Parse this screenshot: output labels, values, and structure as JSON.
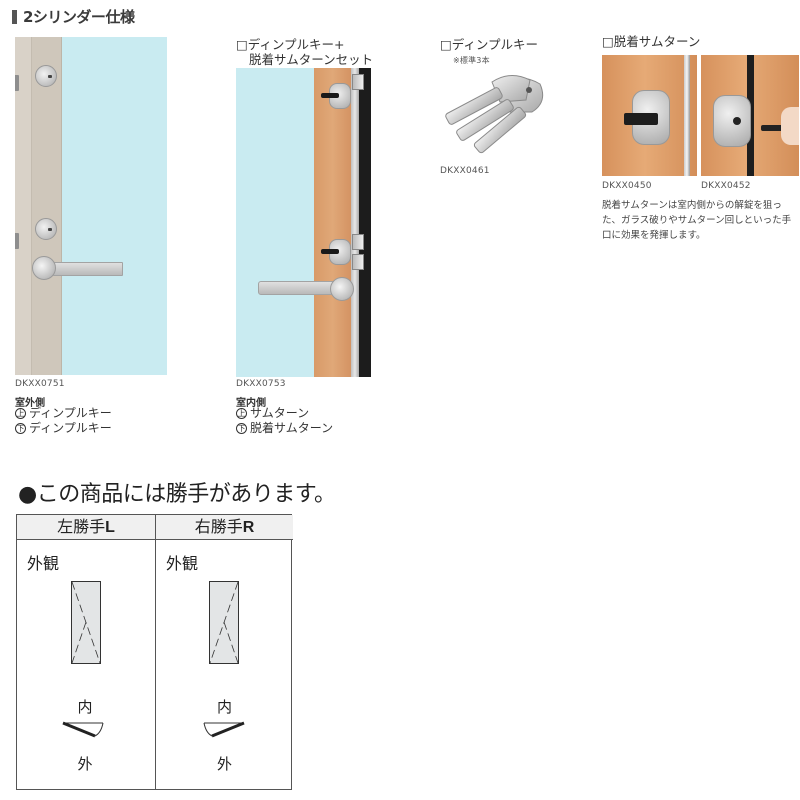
{
  "section": {
    "title": "2シリンダー仕様"
  },
  "products": [
    {
      "id": "door-outside",
      "code": "DKXX0751",
      "side_label": "室外側",
      "upper_mark": "上",
      "upper": "ディンプルキー",
      "lower_mark": "下",
      "lower": "ディンプルキー"
    },
    {
      "id": "door-inside",
      "title_line1": "□ディンプルキー+",
      "title_line2": "脱着サムターンセット",
      "code": "DKXX0753",
      "side_label": "室内側",
      "upper_mark": "上",
      "upper": "サムターン",
      "lower_mark": "下",
      "lower": "脱着サムターン"
    },
    {
      "id": "dimple-key",
      "title": "□ディンプルキー",
      "note": "※標準3本",
      "code": "DKXX0461"
    },
    {
      "id": "detachable-thumbturn",
      "title": "□脱着サムターン",
      "codes": [
        "DKXX0450",
        "DKXX0452"
      ],
      "description": "脱着サムターンは室内側からの解錠を狙った、ガラス破りやサムターン回しといった手口に効果を発揮します。"
    }
  ],
  "handedness": {
    "notice": "●この商品には勝手があります。",
    "columns": [
      {
        "name": "左勝手",
        "letter": "L",
        "view_label": "外観",
        "inside": "内",
        "outside": "外"
      },
      {
        "name": "右勝手",
        "letter": "R",
        "view_label": "外観",
        "inside": "内",
        "outside": "外"
      }
    ]
  },
  "colors": {
    "glass": "#c9ebf1",
    "frame_beige": "#d9d2c8",
    "wood": "#e0a878",
    "table_header_bg": "#f0f0f0",
    "diagram_fill": "#e3e5e6"
  }
}
